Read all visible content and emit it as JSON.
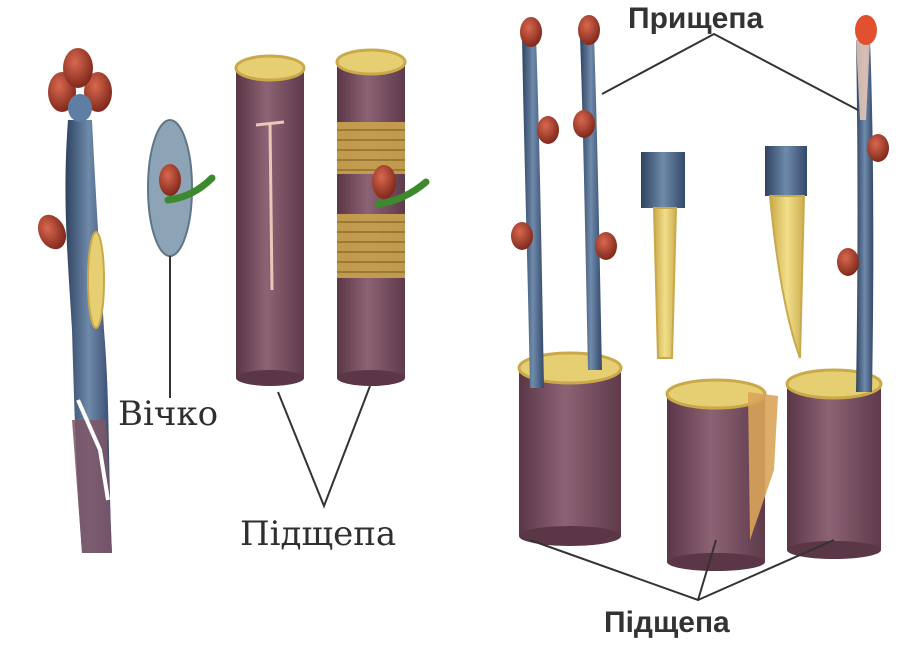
{
  "labels": {
    "eye": "Вічко",
    "rootstock_left": "Підщепа",
    "scion": "Прищепа",
    "rootstock_right": "Підщепа"
  },
  "colors": {
    "bark": "#7e5566",
    "bark_dark": "#5a3646",
    "bark_light": "#9a7080",
    "twig": "#4f6a8c",
    "twig_dark": "#2f4360",
    "bud": "#b0402f",
    "bud_dark": "#7a2418",
    "wood": "#e6cf73",
    "wood_dark": "#c9a94a",
    "binding": "#c9a24e",
    "green": "#3d8a2e",
    "line": "#333333"
  }
}
